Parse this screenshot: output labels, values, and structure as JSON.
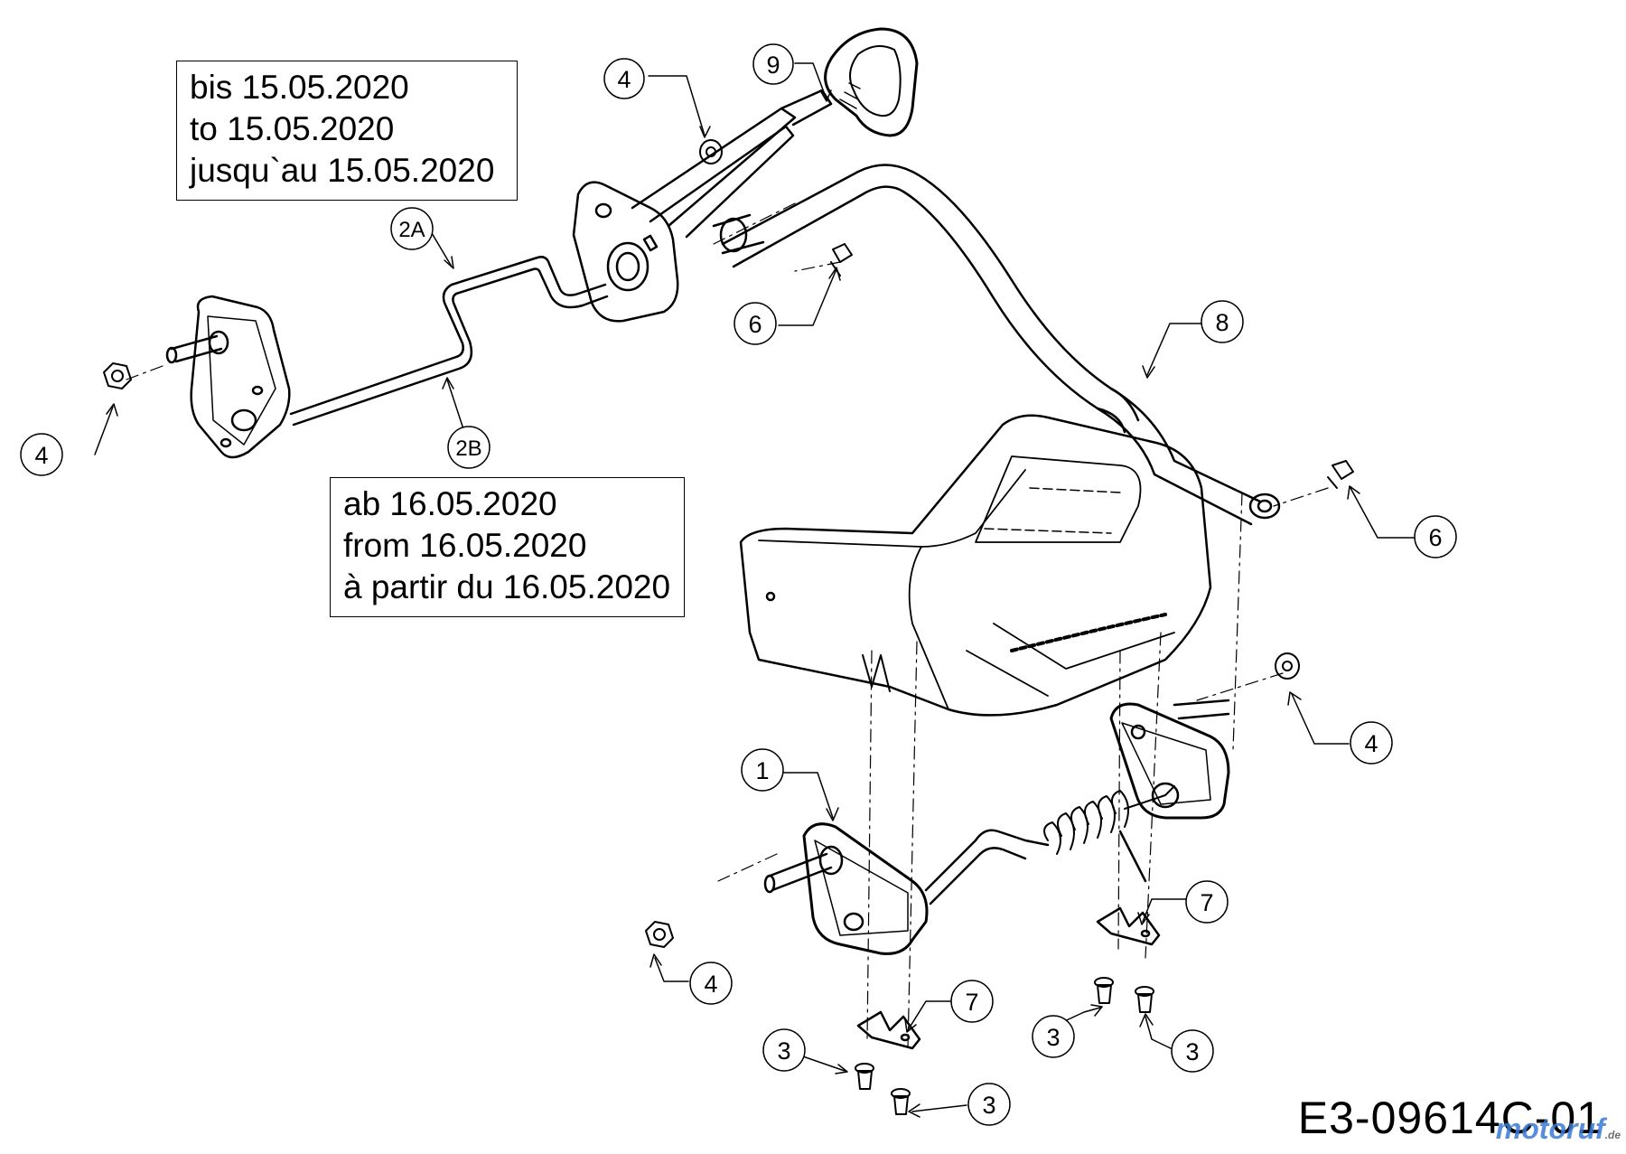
{
  "notes": {
    "before": {
      "lines": [
        "bis 15.05.2020",
        "to 15.05.2020",
        "jusqu`au 15.05.2020"
      ]
    },
    "after": {
      "lines": [
        "ab 16.05.2020",
        "from 16.05.2020",
        "à partir du 16.05.2020"
      ]
    }
  },
  "callouts": [
    {
      "id": "c1",
      "label": "1"
    },
    {
      "id": "c2a",
      "label": "2A"
    },
    {
      "id": "c2b",
      "label": "2B"
    },
    {
      "id": "c3a",
      "label": "3"
    },
    {
      "id": "c3b",
      "label": "3"
    },
    {
      "id": "c3c",
      "label": "3"
    },
    {
      "id": "c3d",
      "label": "3"
    },
    {
      "id": "c4a",
      "label": "4"
    },
    {
      "id": "c4b",
      "label": "4"
    },
    {
      "id": "c4c",
      "label": "4"
    },
    {
      "id": "c4d",
      "label": "4"
    },
    {
      "id": "c6a",
      "label": "6"
    },
    {
      "id": "c6b",
      "label": "6"
    },
    {
      "id": "c7a",
      "label": "7"
    },
    {
      "id": "c7b",
      "label": "7"
    },
    {
      "id": "c8",
      "label": "8"
    },
    {
      "id": "c9",
      "label": "9"
    }
  ],
  "drawing_code": "E3-09614C-01",
  "watermark": {
    "brand": "motoruf",
    "suffix": ".de"
  }
}
